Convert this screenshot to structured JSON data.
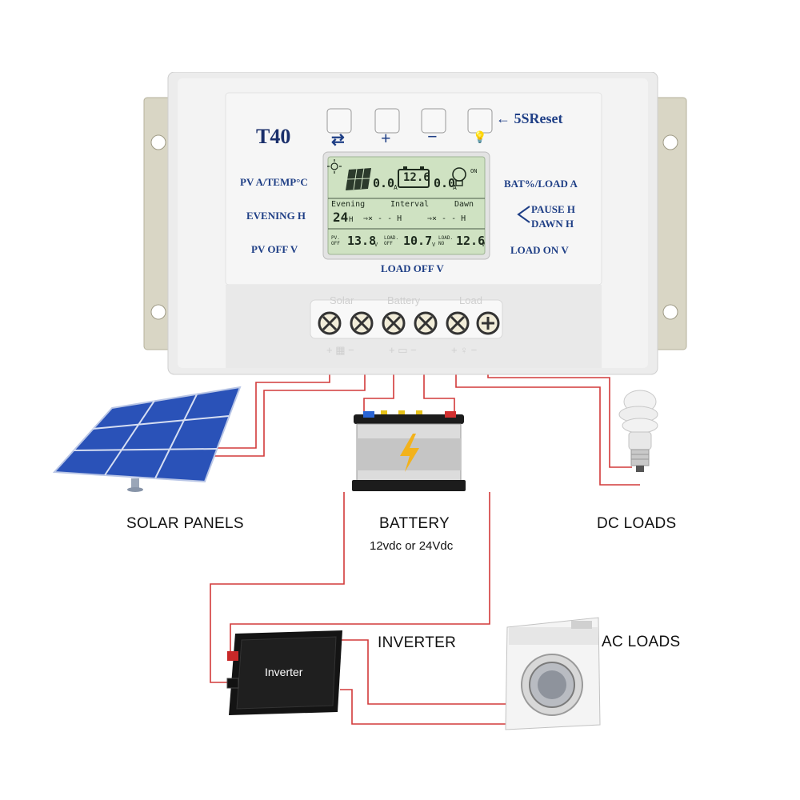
{
  "controller": {
    "model": "T40",
    "reset_hint": "← 5SReset",
    "buttons": [
      {
        "name": "mode-button",
        "symbol": "⇄"
      },
      {
        "name": "plus-button",
        "symbol": "+"
      },
      {
        "name": "minus-button",
        "symbol": "−"
      },
      {
        "name": "light-button",
        "symbol": "💡"
      }
    ],
    "left_labels": {
      "pv": "PV A/TEMP°C",
      "evening": "EVENING H",
      "pv_off": "PV OFF V"
    },
    "right_labels": {
      "bat": "BAT%/LOAD A",
      "pause": "PAUSE H",
      "dawn": "DAWN H",
      "load_on": "LOAD ON V"
    },
    "bottom_label": "LOAD OFF V",
    "terminals": {
      "solar": "Solar",
      "battery": "Battery",
      "load": "Load",
      "solar_pol": "+ ▦ −",
      "battery_pol": "+ ▭ −",
      "load_pol": "+ ♀ −"
    }
  },
  "lcd": {
    "pv_current": "0.0",
    "pv_unit": "A",
    "bat_voltage": "12.6",
    "load_current": "0.0",
    "load_unit": "A",
    "on_badge": "ON",
    "row_headers": [
      "Evening",
      "Interval",
      "Dawn"
    ],
    "evening_hours": "24",
    "hour_unit": "H",
    "interval_left": "⇒× - - H",
    "interval_right": "⇒× - - H",
    "pv_off_label": "PV. OFF",
    "pv_off_value": "13.8",
    "load_off_label": "LOAD. OFF",
    "load_off_value": "10.7",
    "load_on_label": "LOAD. NO",
    "load_on_value": "12.6",
    "volt_unit": "V"
  },
  "labels": {
    "solar_panels": "SOLAR PANELS",
    "battery": "BATTERY",
    "battery_sub": "12vdc or 24Vdc",
    "dc_loads": "DC LOADS",
    "inverter": "INVERTER",
    "inverter_box": "Inverter",
    "ac_loads": "AC LOADS"
  },
  "colors": {
    "wire": "#d23a3a",
    "panel_text": "#1f3f86",
    "lcd_bg": "#cfe2c2",
    "controller_body": "#ececec"
  }
}
